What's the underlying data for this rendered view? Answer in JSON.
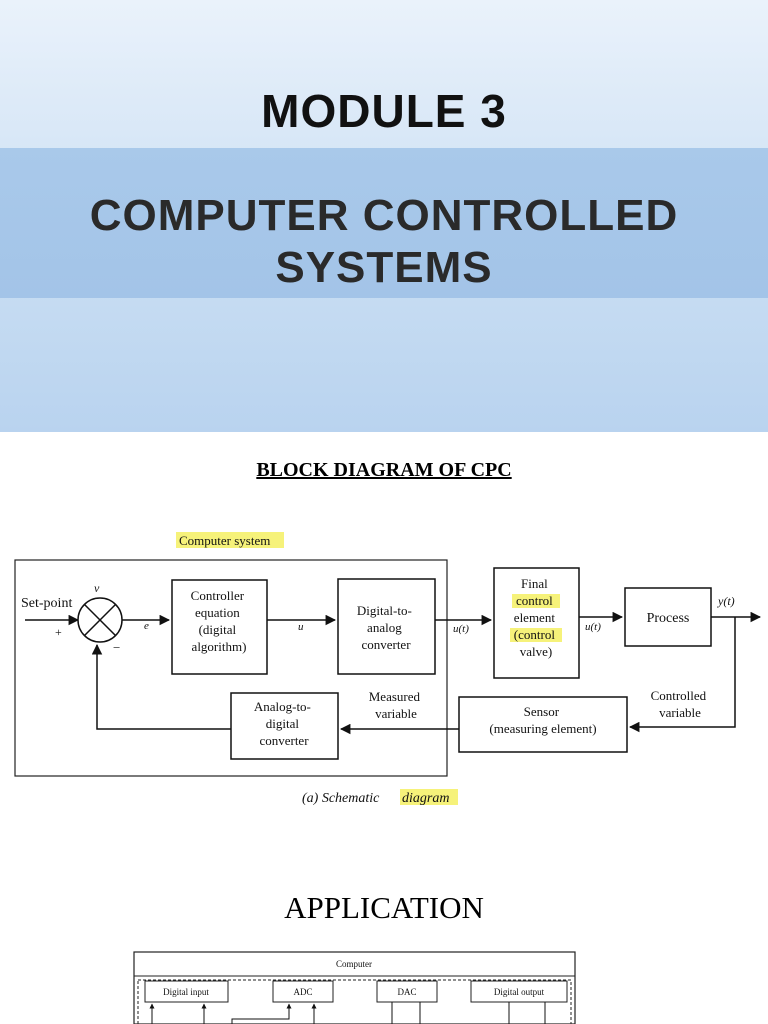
{
  "banner": {
    "module": "MODULE 3",
    "title_line1": "COMPUTER CONTROLLED",
    "title_line2": "SYSTEMS"
  },
  "block_diagram": {
    "heading": "BLOCK DIAGRAM OF CPC",
    "computer_system_label": "Computer system",
    "setpoint": "Set-point",
    "v": "v",
    "plus": "+",
    "minus": "−",
    "e": "e",
    "u": "u",
    "u_t1": "u(t)",
    "u_t2": "u(t)",
    "y_t": "y(t)",
    "controller": [
      "Controller",
      "equation",
      "(digital",
      "algorithm)"
    ],
    "dac": [
      "Digital-to-",
      "analog",
      "converter"
    ],
    "final_element": [
      "Final",
      "control",
      "element",
      "(control",
      "valve)"
    ],
    "process": "Process",
    "adc": [
      "Analog-to-",
      "digital",
      "converter"
    ],
    "measured_variable": [
      "Measured",
      "variable"
    ],
    "sensor": [
      "Sensor",
      "(measuring element)"
    ],
    "controlled_variable": [
      "Controlled",
      "variable"
    ],
    "caption_prefix": "(a) Schematic",
    "caption_highlight": "diagram",
    "highlight_color": "#f6f27a"
  },
  "application": {
    "heading": "APPLICATION",
    "computer": "Computer",
    "digital_input": "Digital input",
    "adc": "ADC",
    "dac": "DAC",
    "digital_output": "Digital output"
  }
}
